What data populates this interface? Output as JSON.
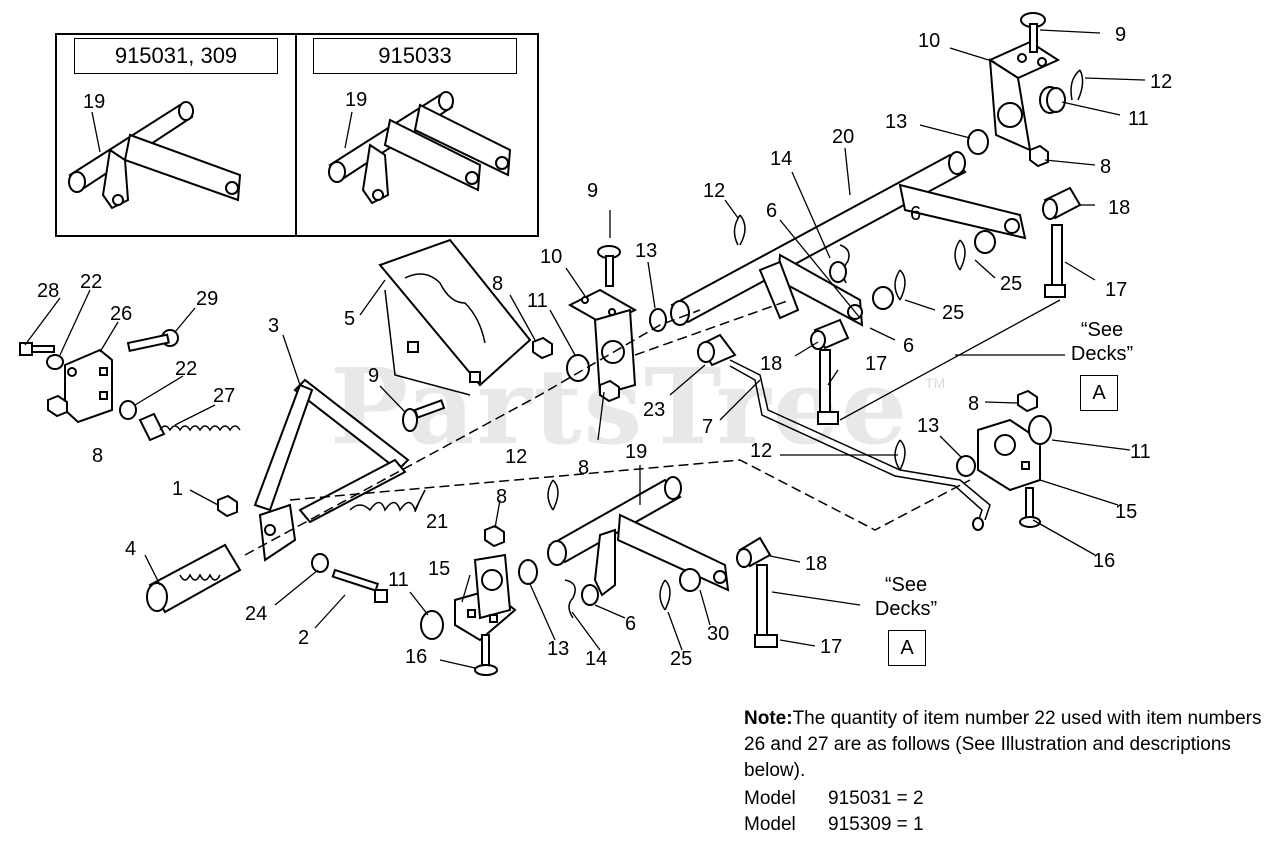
{
  "inset": {
    "models": [
      "915031, 309",
      "915033"
    ],
    "part_label": "19"
  },
  "labels": [
    {
      "id": "l9a",
      "text": "9"
    },
    {
      "id": "l10a",
      "text": "10"
    },
    {
      "id": "l12a",
      "text": "12"
    },
    {
      "id": "l11a",
      "text": "11"
    },
    {
      "id": "l13a",
      "text": "13"
    },
    {
      "id": "l8a",
      "text": "8"
    },
    {
      "id": "l20",
      "text": "20"
    },
    {
      "id": "l14a",
      "text": "14"
    },
    {
      "id": "l18a",
      "text": "18"
    },
    {
      "id": "l6a",
      "text": "6"
    },
    {
      "id": "l6b",
      "text": "6"
    },
    {
      "id": "l12b",
      "text": "12"
    },
    {
      "id": "l9b",
      "text": "9"
    },
    {
      "id": "l13b",
      "text": "13"
    },
    {
      "id": "l25a",
      "text": "25"
    },
    {
      "id": "l17a",
      "text": "17"
    },
    {
      "id": "l10b",
      "text": "10"
    },
    {
      "id": "l8b",
      "text": "8"
    },
    {
      "id": "l11b",
      "text": "11"
    },
    {
      "id": "l25b",
      "text": "25"
    },
    {
      "id": "l6c",
      "text": "6"
    },
    {
      "id": "l28",
      "text": "28"
    },
    {
      "id": "l22a",
      "text": "22"
    },
    {
      "id": "l26",
      "text": "26"
    },
    {
      "id": "l29",
      "text": "29"
    },
    {
      "id": "l5",
      "text": "5"
    },
    {
      "id": "l3",
      "text": "3"
    },
    {
      "id": "l18b",
      "text": "18"
    },
    {
      "id": "l17b",
      "text": "17"
    },
    {
      "id": "l22b",
      "text": "22"
    },
    {
      "id": "l9c",
      "text": "9"
    },
    {
      "id": "l23",
      "text": "23"
    },
    {
      "id": "l27",
      "text": "27"
    },
    {
      "id": "l8c",
      "text": "8"
    },
    {
      "id": "l7",
      "text": "7"
    },
    {
      "id": "l8d",
      "text": "8"
    },
    {
      "id": "l13c",
      "text": "13"
    },
    {
      "id": "l12c",
      "text": "12"
    },
    {
      "id": "l19",
      "text": "19"
    },
    {
      "id": "l12d",
      "text": "12"
    },
    {
      "id": "l11c",
      "text": "11"
    },
    {
      "id": "l8e",
      "text": "8"
    },
    {
      "id": "l1",
      "text": "1"
    },
    {
      "id": "l8f",
      "text": "8"
    },
    {
      "id": "l21",
      "text": "21"
    },
    {
      "id": "l15a",
      "text": "15"
    },
    {
      "id": "l4",
      "text": "4"
    },
    {
      "id": "l16a",
      "text": "16"
    },
    {
      "id": "l18c",
      "text": "18"
    },
    {
      "id": "l24",
      "text": "24"
    },
    {
      "id": "l11d",
      "text": "11"
    },
    {
      "id": "l15b",
      "text": "15"
    },
    {
      "id": "l2",
      "text": "2"
    },
    {
      "id": "l13d",
      "text": "13"
    },
    {
      "id": "l6d",
      "text": "6"
    },
    {
      "id": "l30",
      "text": "30"
    },
    {
      "id": "l14b",
      "text": "14"
    },
    {
      "id": "l25c",
      "text": "25"
    },
    {
      "id": "l17c",
      "text": "17"
    },
    {
      "id": "l16b",
      "text": "16"
    },
    {
      "id": "l19i1",
      "text": "19"
    },
    {
      "id": "l19i2",
      "text": "19"
    }
  ],
  "callouts": {
    "see_decks_line1": "“See",
    "see_decks_line2": "Decks”",
    "box_letter": "A"
  },
  "watermark": "PartsTree",
  "trademark": "TM",
  "note": {
    "heading": "Note:",
    "body": "The quantity of item number 22 used with item numbers 26 and 27 are as follows (See Illustration and descriptions below).",
    "models": [
      {
        "label": "Model",
        "value": "915031 = 2"
      },
      {
        "label": "Model",
        "value": "915309 = 1"
      }
    ]
  }
}
